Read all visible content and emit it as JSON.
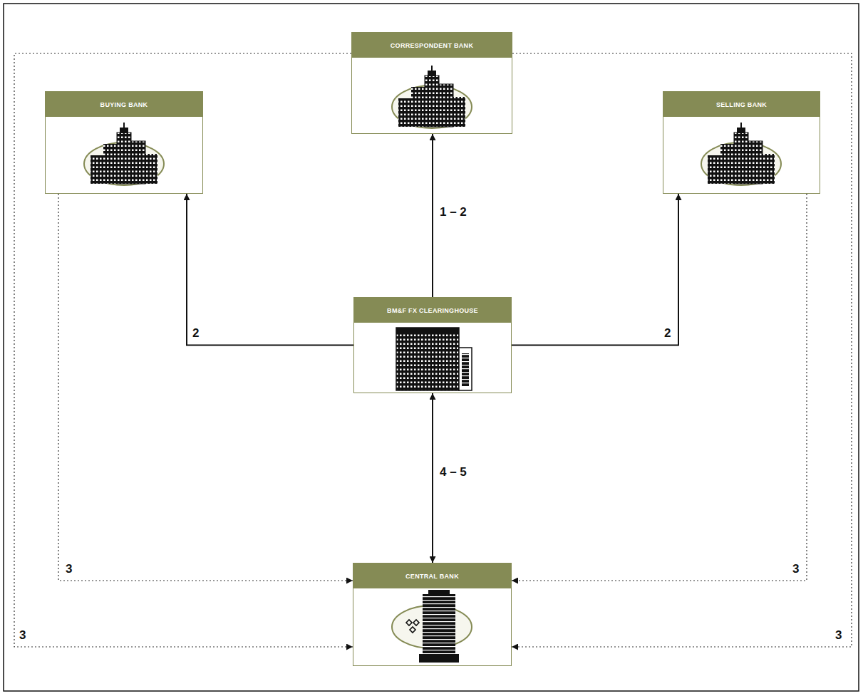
{
  "diagram": {
    "nodes": [
      {
        "text": [
          "CORRESPONDENT BANK"
        ]
      },
      {
        "text": [
          "BUYING BANK"
        ]
      },
      {
        "text": [
          "SELLING BANK"
        ]
      },
      {
        "text": [
          "BM&F FX CLEARINGHOUSE"
        ]
      },
      {
        "text": [
          "CENTRAL BANK"
        ]
      }
    ],
    "edges": [
      {
        "from": 3,
        "to": 0,
        "label": "1 – 2",
        "arrow": "to"
      },
      {
        "from": 3,
        "to": 1,
        "label": "2",
        "arrow": "to"
      },
      {
        "from": 3,
        "to": 2,
        "label": "2",
        "arrow": "to"
      },
      {
        "from": 3,
        "to": 4,
        "label": "4 – 5",
        "arrow": "both"
      },
      {
        "from": 1,
        "to": 4,
        "label": "3",
        "arrow": "to"
      },
      {
        "from": 2,
        "to": 4,
        "label": "3",
        "arrow": "to"
      },
      {
        "from": 0,
        "to": 4,
        "label": "3",
        "arrow": "to"
      },
      {
        "from": 0,
        "to": 4,
        "label": "3",
        "arrow": "to"
      }
    ]
  }
}
